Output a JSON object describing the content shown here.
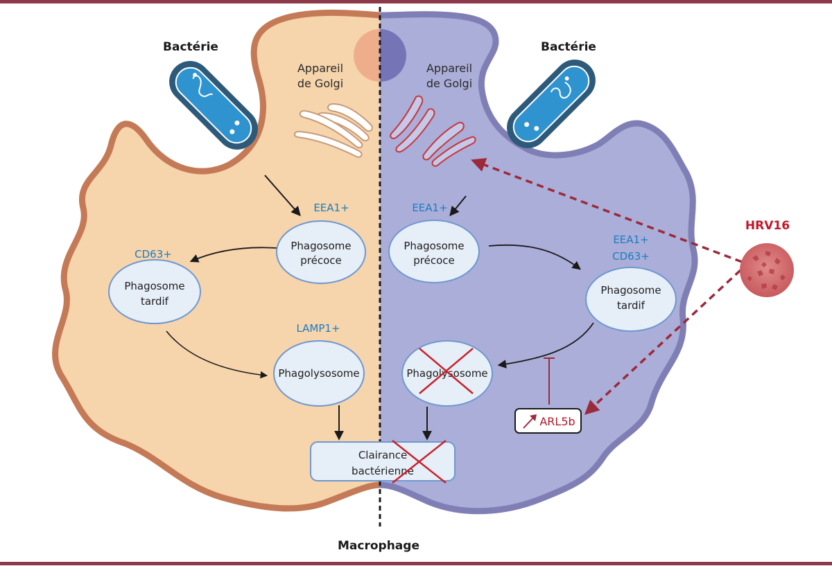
{
  "title": "Macrophage",
  "colors": {
    "left_cell_fill": "#f6d4ac",
    "left_cell_stroke": "#c47a56",
    "right_cell_fill": "#abaed8",
    "right_cell_stroke": "#7f7fb6",
    "vesicle_fill": "#e6eef7",
    "vesicle_stroke": "#6e97cf",
    "marker_text": "#1c7cc2",
    "virus_red": "#c0182a",
    "dashed_arrow": "#9b2a3a",
    "frame_line": "#8c3a4a",
    "bacterium_outer": "#2e5a7a",
    "bacterium_inner": "#2f93d0"
  },
  "left_panel": {
    "bacterium_label": "Bactérie",
    "golgi_label_line1": "Appareil",
    "golgi_label_line2": "de Golgi",
    "early_marker": "EEA1+",
    "early_phagosome_line1": "Phagosome",
    "early_phagosome_line2": "précoce",
    "late_marker": "CD63+",
    "late_phagosome_line1": "Phagosome",
    "late_phagosome_line2": "tardif",
    "lysosome_marker": "LAMP1+",
    "phagolysosome": "Phagolysosome"
  },
  "right_panel": {
    "bacterium_label": "Bactérie",
    "golgi_label_line1": "Appareil",
    "golgi_label_line2": "de Golgi",
    "early_marker": "EEA1+",
    "early_phagosome_line1": "Phagosome",
    "early_phagosome_line2": "précoce",
    "late_marker_line1": "EEA1+",
    "late_marker_line2": "CD63+",
    "late_phagosome_line1": "Phagosome",
    "late_phagosome_line2": "tardif",
    "phagolysosome": "Phagolysosome",
    "phagolysosome_blocked": true,
    "arl5b_label": "ARL5b",
    "arl5b_trend": "increase"
  },
  "clearance": {
    "line1": "Clairance",
    "line2": "bactérienne",
    "blocked_on_right": true
  },
  "virus": {
    "label": "HRV16"
  },
  "icons": {
    "bacterium": "bacterium-icon",
    "virus": "virus-particle-icon",
    "golgi": "golgi-apparatus-icon",
    "block": "red-x-cross-icon",
    "increase": "up-arrow-icon",
    "inhibition": "inhibition-bar-icon"
  }
}
